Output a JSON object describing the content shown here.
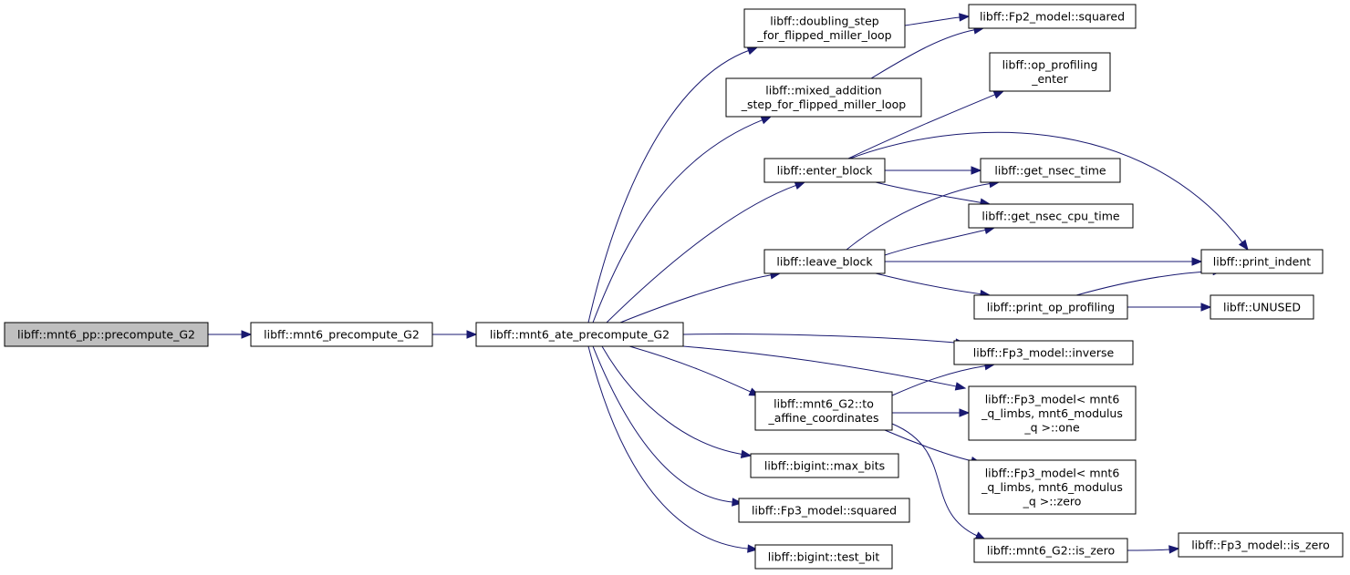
{
  "graph": {
    "nodes": [
      {
        "id": "n0",
        "lines": [
          "libff::mnt6_pp::precompute_G2"
        ],
        "root": true
      },
      {
        "id": "n1",
        "lines": [
          "libff::mnt6_precompute_G2"
        ]
      },
      {
        "id": "n2",
        "lines": [
          "libff::mnt6_ate_precompute_G2"
        ]
      },
      {
        "id": "n3",
        "lines": [
          "libff::doubling_step",
          "_for_flipped_miller_loop"
        ]
      },
      {
        "id": "n4",
        "lines": [
          "libff::mixed_addition",
          "_step_for_flipped_miller_loop"
        ]
      },
      {
        "id": "n5",
        "lines": [
          "libff::enter_block"
        ]
      },
      {
        "id": "n6",
        "lines": [
          "libff::leave_block"
        ]
      },
      {
        "id": "n7",
        "lines": [
          "libff::mnt6_G2::to",
          "_affine_coordinates"
        ]
      },
      {
        "id": "n8",
        "lines": [
          "libff::bigint::max_bits"
        ]
      },
      {
        "id": "n9",
        "lines": [
          "libff::Fp3_model::squared"
        ]
      },
      {
        "id": "n10",
        "lines": [
          "libff::bigint::test_bit"
        ]
      },
      {
        "id": "n11",
        "lines": [
          "libff::Fp2_model::squared"
        ]
      },
      {
        "id": "n12",
        "lines": [
          "libff::op_profiling",
          "_enter"
        ]
      },
      {
        "id": "n13",
        "lines": [
          "libff::get_nsec_time"
        ]
      },
      {
        "id": "n14",
        "lines": [
          "libff::get_nsec_cpu_time"
        ]
      },
      {
        "id": "n15",
        "lines": [
          "libff::print_indent"
        ]
      },
      {
        "id": "n16",
        "lines": [
          "libff::print_op_profiling"
        ]
      },
      {
        "id": "n17",
        "lines": [
          "libff::UNUSED"
        ]
      },
      {
        "id": "n18",
        "lines": [
          "libff::Fp3_model::inverse"
        ]
      },
      {
        "id": "n19",
        "lines": [
          "libff::Fp3_model< mnt6",
          "_q_limbs, mnt6_modulus",
          "_q >::one"
        ]
      },
      {
        "id": "n20",
        "lines": [
          "libff::Fp3_model< mnt6",
          "_q_limbs, mnt6_modulus",
          "_q >::zero"
        ]
      },
      {
        "id": "n21",
        "lines": [
          "libff::mnt6_G2::is_zero"
        ]
      },
      {
        "id": "n22",
        "lines": [
          "libff::Fp3_model::is_zero"
        ]
      }
    ],
    "edges": [
      [
        "n0",
        "n1"
      ],
      [
        "n1",
        "n2"
      ],
      [
        "n2",
        "n3"
      ],
      [
        "n2",
        "n4"
      ],
      [
        "n2",
        "n5"
      ],
      [
        "n2",
        "n6"
      ],
      [
        "n2",
        "n7"
      ],
      [
        "n2",
        "n8"
      ],
      [
        "n2",
        "n9"
      ],
      [
        "n2",
        "n10"
      ],
      [
        "n2",
        "n18"
      ],
      [
        "n2",
        "n19"
      ],
      [
        "n3",
        "n11"
      ],
      [
        "n4",
        "n11"
      ],
      [
        "n5",
        "n12"
      ],
      [
        "n5",
        "n13"
      ],
      [
        "n5",
        "n14"
      ],
      [
        "n5",
        "n15"
      ],
      [
        "n6",
        "n13"
      ],
      [
        "n6",
        "n14"
      ],
      [
        "n6",
        "n15"
      ],
      [
        "n6",
        "n16"
      ],
      [
        "n16",
        "n15"
      ],
      [
        "n16",
        "n17"
      ],
      [
        "n7",
        "n18"
      ],
      [
        "n7",
        "n19"
      ],
      [
        "n7",
        "n20"
      ],
      [
        "n7",
        "n21"
      ],
      [
        "n21",
        "n22"
      ]
    ]
  }
}
